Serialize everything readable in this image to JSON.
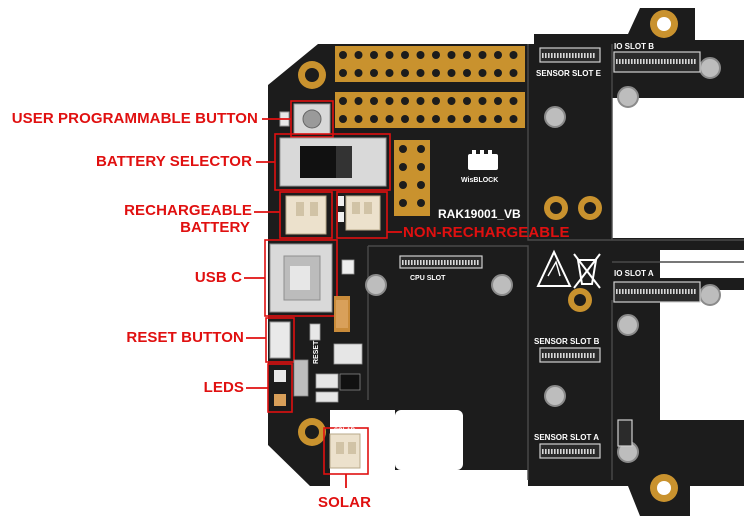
{
  "colors": {
    "board": "#1c1c1c",
    "gold": "#c9922e",
    "callout": "#e01010",
    "silk": "#ffffff",
    "connector": "#e9dcc6"
  },
  "board": {
    "model": "RAK19001_VB",
    "brand": "WisBLOCK",
    "silk_labels": {
      "sensor_slot_e": "SENSOR SLOT E",
      "sensor_slot_b": "SENSOR SLOT B",
      "sensor_slot_a": "SENSOR SLOT A",
      "io_slot_b": "IO SLOT B",
      "io_slot_a": "IO SLOT A",
      "cpu_slot": "CPU SLOT",
      "reset": "RESET",
      "solar": "SOLAR"
    }
  },
  "callouts": {
    "user_button": "USER PROGRAMMABLE BUTTON",
    "battery_selector": "BATTERY SELECTOR",
    "rechargeable_line1": "RECHARGEABLE",
    "rechargeable_line2": "BATTERY",
    "non_rechargeable": "NON-RECHARGEABLE",
    "usb_c": "USB C",
    "reset_button": "RESET BUTTON",
    "leds": "LEDS",
    "solar": "SOLAR"
  }
}
